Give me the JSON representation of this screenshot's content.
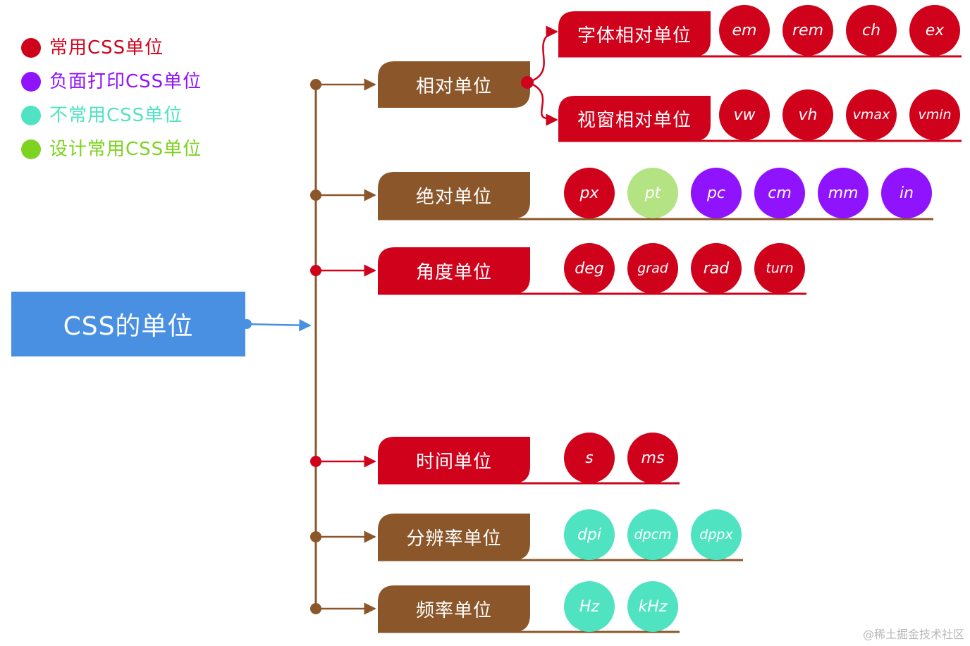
{
  "colors": {
    "common": "#d0021b",
    "print": "#9013fe",
    "uncommon": "#50e3c2",
    "design": "#7ed321",
    "branch_brown": "#8b572a",
    "branch_red": "#d0021b",
    "root_blue": "#4a90e2"
  },
  "legend": [
    {
      "label": "常用CSS单位",
      "color": "#d0021b"
    },
    {
      "label": "负面打印CSS单位",
      "color": "#9013fe"
    },
    {
      "label": "不常用CSS单位",
      "color": "#50e3c2"
    },
    {
      "label": "设计常用CSS单位",
      "color": "#7ed321"
    }
  ],
  "root": {
    "label": "CSS的单位"
  },
  "categories": [
    {
      "id": "relative",
      "label": "相对单位",
      "branch": "brown",
      "subgroups": [
        {
          "label": "字体相对单位",
          "units": [
            {
              "label": "em",
              "kind": "common"
            },
            {
              "label": "rem",
              "kind": "common"
            },
            {
              "label": "ch",
              "kind": "common"
            },
            {
              "label": "ex",
              "kind": "common"
            }
          ]
        },
        {
          "label": "视窗相对单位",
          "units": [
            {
              "label": "vw",
              "kind": "common"
            },
            {
              "label": "vh",
              "kind": "common"
            },
            {
              "label": "vmax",
              "kind": "common"
            },
            {
              "label": "vmin",
              "kind": "common"
            }
          ]
        }
      ]
    },
    {
      "id": "absolute",
      "label": "绝对单位",
      "branch": "brown",
      "units": [
        {
          "label": "px",
          "kind": "common"
        },
        {
          "label": "pt",
          "kind": "design"
        },
        {
          "label": "pc",
          "kind": "print"
        },
        {
          "label": "cm",
          "kind": "print"
        },
        {
          "label": "mm",
          "kind": "print"
        },
        {
          "label": "in",
          "kind": "print"
        }
      ]
    },
    {
      "id": "angle",
      "label": "角度单位",
      "branch": "red",
      "units": [
        {
          "label": "deg",
          "kind": "common"
        },
        {
          "label": "grad",
          "kind": "common"
        },
        {
          "label": "rad",
          "kind": "common"
        },
        {
          "label": "turn",
          "kind": "common"
        }
      ]
    },
    {
      "id": "time",
      "label": "时间单位",
      "branch": "red",
      "units": [
        {
          "label": "s",
          "kind": "common"
        },
        {
          "label": "ms",
          "kind": "common"
        }
      ]
    },
    {
      "id": "resolution",
      "label": "分辨率单位",
      "branch": "brown",
      "units": [
        {
          "label": "dpi",
          "kind": "uncommon"
        },
        {
          "label": "dpcm",
          "kind": "uncommon"
        },
        {
          "label": "dppx",
          "kind": "uncommon"
        }
      ]
    },
    {
      "id": "frequency",
      "label": "频率单位",
      "branch": "brown",
      "units": [
        {
          "label": "Hz",
          "kind": "uncommon"
        },
        {
          "label": "kHz",
          "kind": "uncommon"
        }
      ]
    }
  ],
  "watermark": "@稀土掘金技术社区"
}
